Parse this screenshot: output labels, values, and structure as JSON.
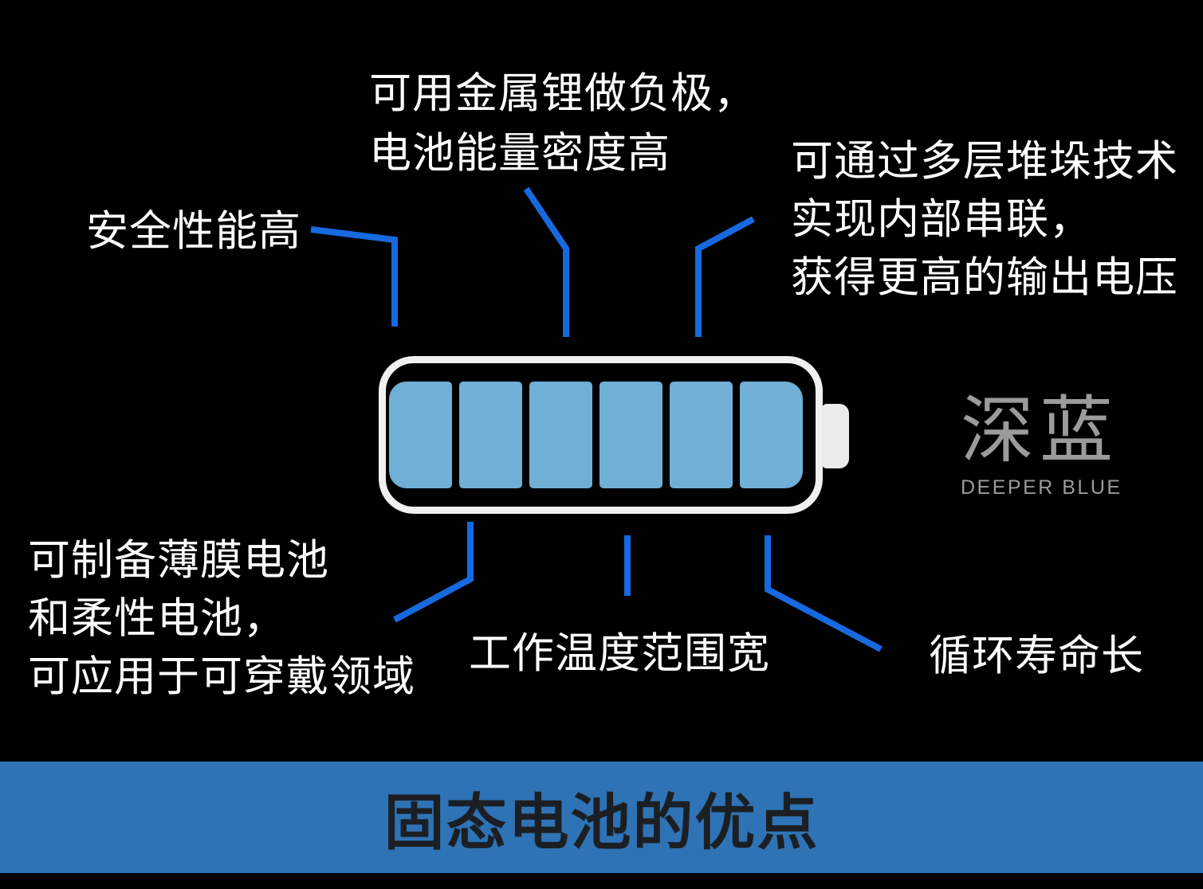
{
  "slide": {
    "title": "固态电池的优点"
  },
  "advantages": {
    "safety": "安全性能高",
    "energy_density": [
      "可用金属锂做负极，",
      "电池能量密度高"
    ],
    "stacking": [
      "可通过多层堆垛技术",
      "实现内部串联，",
      "获得更高的输出电压"
    ],
    "flexible": [
      "可制备薄膜电池",
      "和柔性电池，",
      "可应用于可穿戴领域"
    ],
    "temperature": "工作温度范围宽",
    "cycle_life": "循环寿命长"
  },
  "battery": {
    "cells": 6,
    "cell_color": "#70AFD6",
    "outline_color": "#F0F0F0",
    "terminal_color": "#ECECEC"
  },
  "logo": {
    "cn": "深蓝",
    "en": "DEEPER BLUE",
    "color": "#9B9B9B"
  },
  "title_bar": {
    "band_color": "#2E73B5",
    "text_color": "#1B1F24"
  },
  "colors": {
    "background": "#000000",
    "connector": "#1769E0",
    "label_text": "#FFFFFF"
  }
}
